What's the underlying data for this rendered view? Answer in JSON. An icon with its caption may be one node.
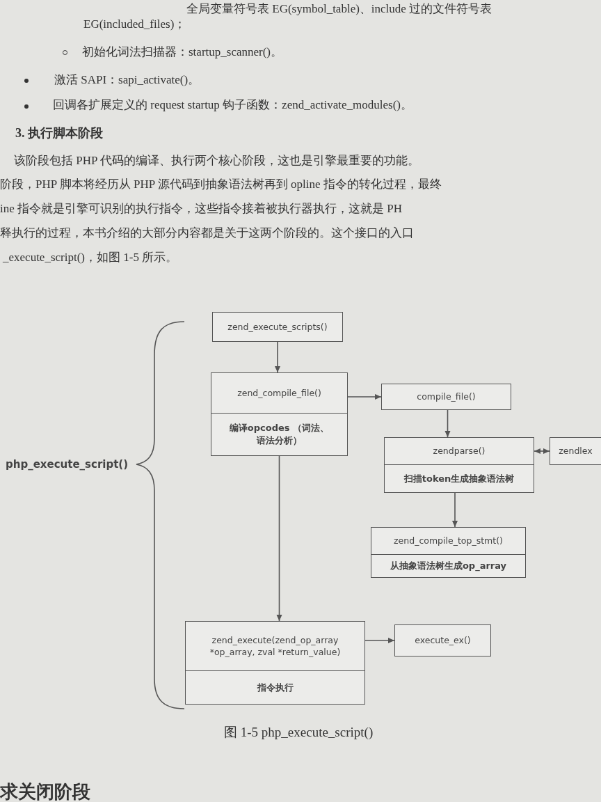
{
  "diagram": {
    "caption": "图 1-5 php_execute_script()",
    "nodes": [
      {
        "text": [
          "zend_execute_scripts()"
        ]
      },
      {
        "text": [
          "zend_compile_file()",
          "编译opcodes （词法、语法分析）"
        ]
      },
      {
        "text": [
          "compile_file()"
        ]
      },
      {
        "text": [
          "zendparse()",
          "扫描token生成抽象语法树"
        ]
      },
      {
        "text": [
          "zendlex"
        ]
      },
      {
        "text": [
          "zend_compile_top_stmt()",
          "从抽象语法树生成op_array"
        ]
      },
      {
        "text": [
          "zend_execute(zend_op_array *op_array, zval *return_value)",
          "指令执行"
        ]
      },
      {
        "text": [
          "execute_ex()"
        ]
      }
    ],
    "edges": [
      {
        "from": 0,
        "to": 1,
        "arrow": "to"
      },
      {
        "from": 1,
        "to": 2,
        "arrow": "to"
      },
      {
        "from": 2,
        "to": 3,
        "arrow": "to"
      },
      {
        "from": 3,
        "to": 4,
        "arrow": "both"
      },
      {
        "from": 3,
        "to": 5,
        "arrow": "to"
      },
      {
        "from": 1,
        "to": 6,
        "arrow": "to"
      },
      {
        "from": 6,
        "to": 7,
        "arrow": "to"
      }
    ],
    "labels": [
      "全局变量符号表 EG(symbol_table)、include 过的文件符号表",
      "EG(included_files)；",
      "初始化词法扫描器：startup_scanner()。",
      "激活 SAPI：sapi_activate()。",
      "回调各扩展定义的 request startup 钩子函数：zend_activate_modules()。",
      "3. 执行脚本阶段",
      "该阶段包括 PHP 代码的编译、执行两个核心阶段，这也是引擎最重要的功能。",
      "阶段，PHP 脚本将经历从 PHP 源代码到抽象语法树再到 opline 指令的转化过程，最终",
      "ine 指令就是引擎可识别的执行指令，这些指令接着被执行器执行，这就是 PH",
      "释执行的过程，本书介绍的大部分内容都是关于这两个阶段的。这个接口的入口",
      "_execute_script()，如图 1-5 所示。",
      "php_execute_script()",
      "求关闭阶段"
    ]
  }
}
